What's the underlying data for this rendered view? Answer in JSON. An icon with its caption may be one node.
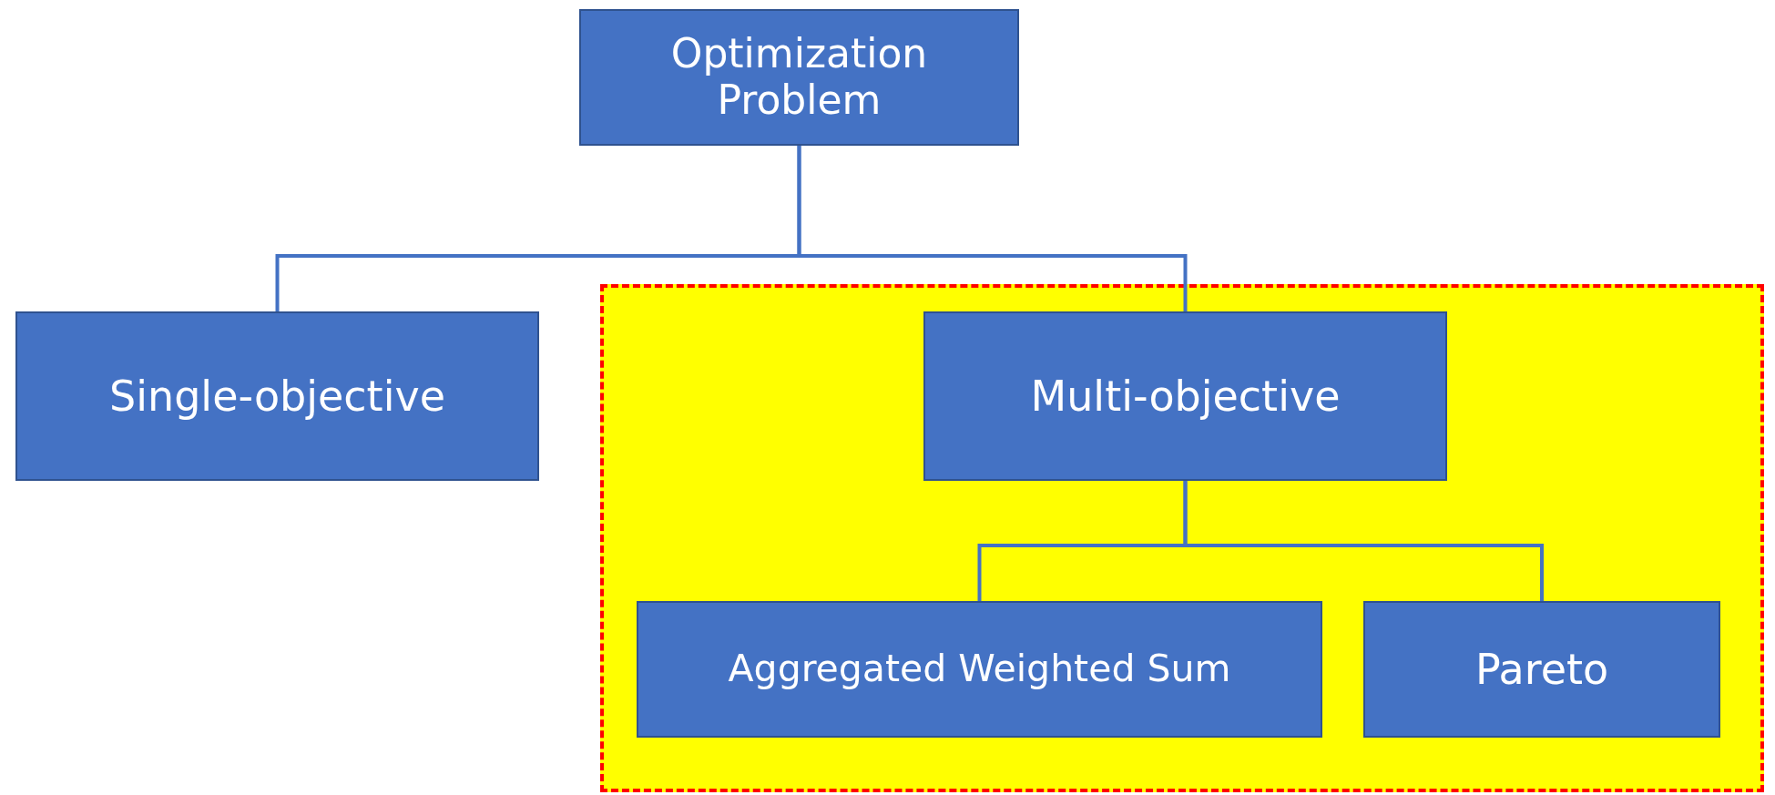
{
  "diagram": {
    "nodes": [
      {
        "text": [
          "Optimization Problem"
        ]
      },
      {
        "text": [
          "Single-objective"
        ]
      },
      {
        "text": [],
        "shape": "box"
      },
      {
        "text": [
          "Multi-objective"
        ],
        "in": 2
      },
      {
        "text": [
          "Aggregated Weighted Sum"
        ],
        "in": 2
      },
      {
        "text": [
          "Pareto"
        ],
        "in": 2
      }
    ],
    "edges": [
      {
        "from": 0,
        "to": 1,
        "arrow": "none"
      },
      {
        "from": 0,
        "to": 3,
        "arrow": "none"
      },
      {
        "from": 3,
        "to": 4,
        "arrow": "none"
      },
      {
        "from": 3,
        "to": 5,
        "arrow": "none"
      }
    ]
  }
}
